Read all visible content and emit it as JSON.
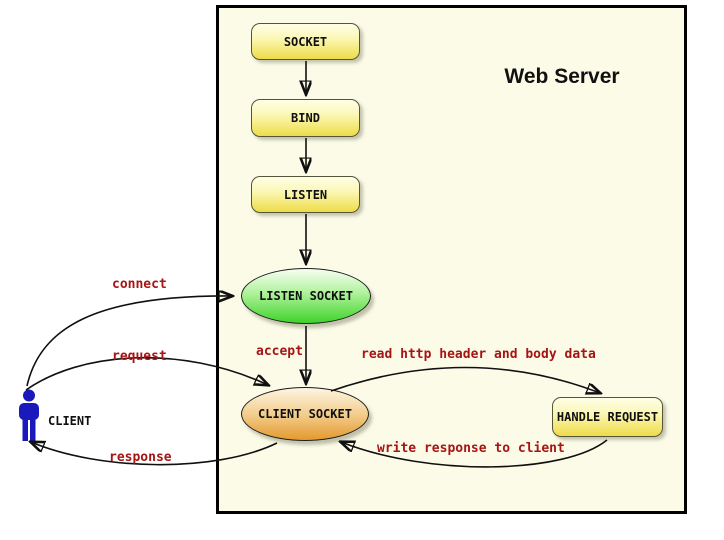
{
  "title": "Web Server",
  "nodes": {
    "socket": "SOCKET",
    "bind": "BIND",
    "listen": "LISTEN",
    "listen_socket": "LISTEN SOCKET",
    "client_socket": "CLIENT SOCKET",
    "handle_request": "HANDLE REQUEST",
    "client": "CLIENT"
  },
  "edges": {
    "connect": "connect",
    "request": "request",
    "response": "response",
    "accept": "accept",
    "read_http": "read http header and body data",
    "write_response": "write response to client"
  },
  "colors": {
    "server_background": "#fbfbe8",
    "server_border": "#000000",
    "process_gradient_top": "#fefee6",
    "process_gradient_bottom": "#eedc48",
    "listen_socket_gradient_top": "#f7fef3",
    "listen_socket_gradient_bottom": "#3fd32a",
    "client_socket_gradient_top": "#fdf5e2",
    "client_socket_gradient_bottom": "#e4992f",
    "edge_label_text": "#a61414",
    "node_text": "#101010",
    "arrow_stroke": "#101010",
    "client_figure": "#1a1abc"
  }
}
